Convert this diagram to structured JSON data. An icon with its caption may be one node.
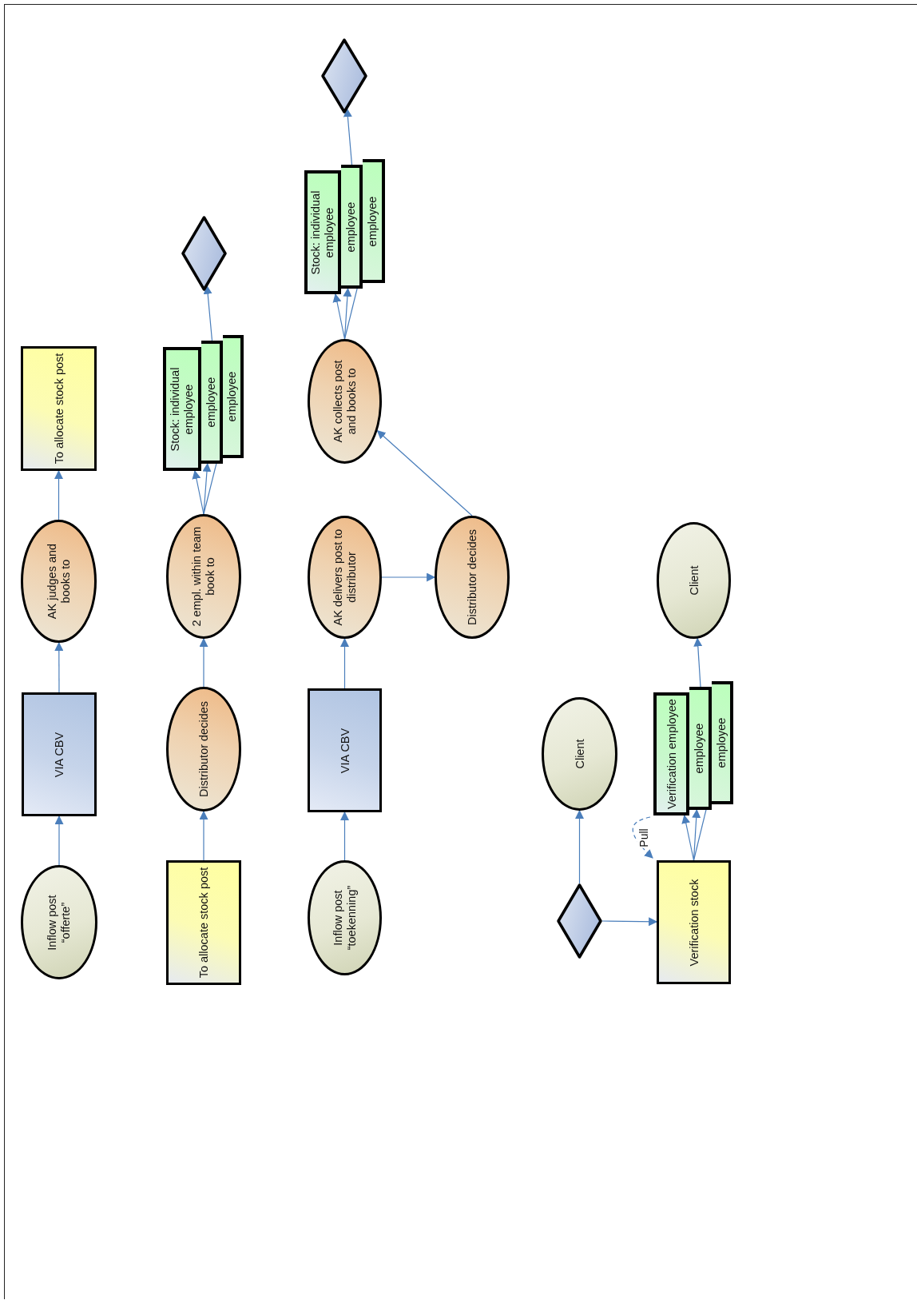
{
  "diagram": {
    "nodes": [
      {
        "text": [
          "Inflow post “offerte”"
        ]
      },
      {
        "text": [
          "VIA CBV"
        ]
      },
      {
        "text": [
          "AK judges and books to"
        ]
      },
      {
        "text": [
          "To allocate stock post"
        ]
      },
      {
        "text": [
          "To allocate stock post"
        ]
      },
      {
        "text": [
          "Distributor decides"
        ]
      },
      {
        "text": [
          "2 empl. within team book to"
        ]
      },
      {
        "text": [
          "Stock: individual employee"
        ]
      },
      {
        "text": [
          "employee"
        ]
      },
      {
        "text": [
          "employee"
        ]
      },
      {
        "text": [],
        "shape": "diamond"
      },
      {
        "text": [
          "Inflow post “toekenning”"
        ]
      },
      {
        "text": [
          "VIA CBV"
        ]
      },
      {
        "text": [
          "AK delivers post to distributor"
        ]
      },
      {
        "text": [
          "Distributor decides"
        ]
      },
      {
        "text": [
          "AK collects post and books to"
        ]
      },
      {
        "text": [
          "Stock: individual employee"
        ]
      },
      {
        "text": [
          "employee"
        ]
      },
      {
        "text": [
          "employee"
        ]
      },
      {
        "text": [],
        "shape": "diamond"
      },
      {
        "text": [],
        "shape": "diamond"
      },
      {
        "text": [
          "Client"
        ]
      },
      {
        "text": [
          "Verification stock"
        ]
      },
      {
        "text": [
          "Verification employee"
        ]
      },
      {
        "text": [
          "employee"
        ]
      },
      {
        "text": [
          "employee"
        ]
      },
      {
        "text": [
          "Client"
        ]
      }
    ],
    "edges": [
      {
        "from": 0,
        "to": 1,
        "arrow": "to"
      },
      {
        "from": 1,
        "to": 2,
        "arrow": "to"
      },
      {
        "from": 2,
        "to": 3,
        "arrow": "to"
      },
      {
        "from": 4,
        "to": 5,
        "arrow": "to"
      },
      {
        "from": 5,
        "to": 6,
        "arrow": "to"
      },
      {
        "from": 6,
        "to": 7,
        "arrow": "to"
      },
      {
        "from": 6,
        "to": 8,
        "arrow": "to"
      },
      {
        "from": 6,
        "to": 9,
        "arrow": "to"
      },
      {
        "from": 8,
        "to": 10,
        "arrow": "to"
      },
      {
        "from": 11,
        "to": 12,
        "arrow": "to"
      },
      {
        "from": 12,
        "to": 13,
        "arrow": "to"
      },
      {
        "from": 13,
        "to": 14,
        "arrow": "to"
      },
      {
        "from": 14,
        "to": 15,
        "arrow": "to"
      },
      {
        "from": 15,
        "to": 16,
        "arrow": "to"
      },
      {
        "from": 15,
        "to": 17,
        "arrow": "to"
      },
      {
        "from": 15,
        "to": 18,
        "arrow": "to"
      },
      {
        "from": 17,
        "to": 19,
        "arrow": "to"
      },
      {
        "from": 20,
        "to": 21,
        "arrow": "to"
      },
      {
        "from": 20,
        "to": 22,
        "arrow": "to"
      },
      {
        "from": 22,
        "to": 23,
        "arrow": "to"
      },
      {
        "from": 22,
        "to": 24,
        "arrow": "to"
      },
      {
        "from": 22,
        "to": 25,
        "arrow": "to"
      },
      {
        "from": 24,
        "to": 26,
        "arrow": "to"
      },
      {
        "from": 23,
        "to": 22,
        "arrow": "to",
        "label": "Pull",
        "style": "dashed"
      }
    ]
  }
}
